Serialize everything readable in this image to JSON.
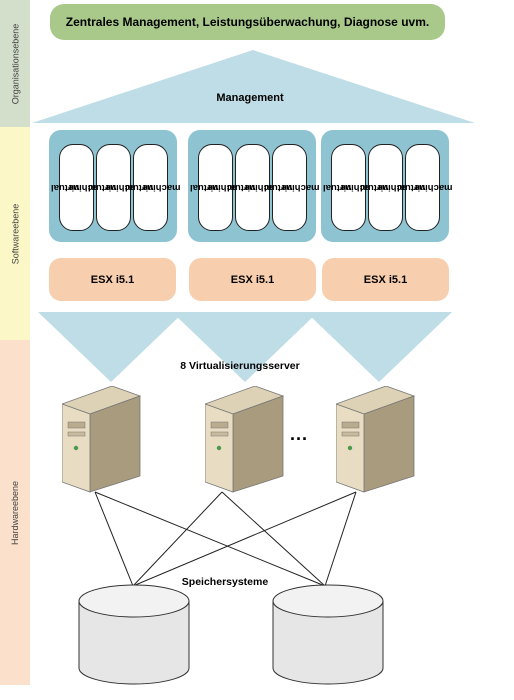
{
  "layers": {
    "organization": "Organisationsebene",
    "software": "Softwareebene",
    "hardware": "Hardwareebene"
  },
  "top_banner": "Zentrales Management, Leistungsüberwachung, Diagnose uvm.",
  "management_label": "Management",
  "vm_label_line1": "virtual",
  "vm_label_line2": "machine",
  "esx_labels": [
    "ESX i5.1",
    "ESX i5.1",
    "ESX i5.1"
  ],
  "servers_label": "8 Virtualisierungsserver",
  "servers_ellipsis": "...",
  "storage_label": "Speichersysteme",
  "colors": {
    "organization_band": "#d4dfcb",
    "software_band": "#fbf7c6",
    "hardware_band": "#fbe0cc",
    "top_banner": "#a9c98a",
    "management_roof": "#bfdde6",
    "host": "#8ec3d2",
    "esx": "#f8cfae",
    "funnel": "#bfdde6"
  }
}
